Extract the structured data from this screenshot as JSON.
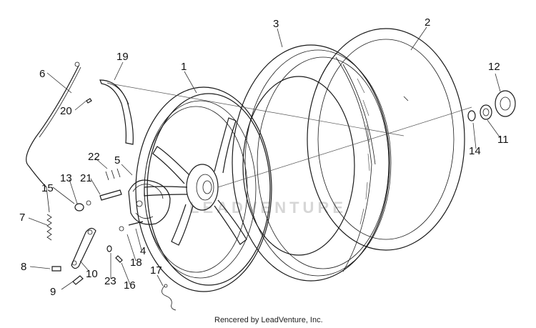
{
  "callouts": {
    "c1": "1",
    "c2": "2",
    "c3": "3",
    "c4": "4",
    "c5": "5",
    "c6": "6",
    "c7": "7",
    "c8": "8",
    "c9": "9",
    "c10": "10",
    "c11": "11",
    "c12": "12",
    "c13": "13",
    "c14": "14",
    "c15": "15",
    "c16": "16",
    "c17": "17",
    "c18": "18",
    "c19": "19",
    "c20": "20",
    "c21": "21",
    "c22": "22",
    "c23": "23"
  },
  "watermark": "LEADVENTURE",
  "footer": "Rencered by LeadVenture, Inc."
}
